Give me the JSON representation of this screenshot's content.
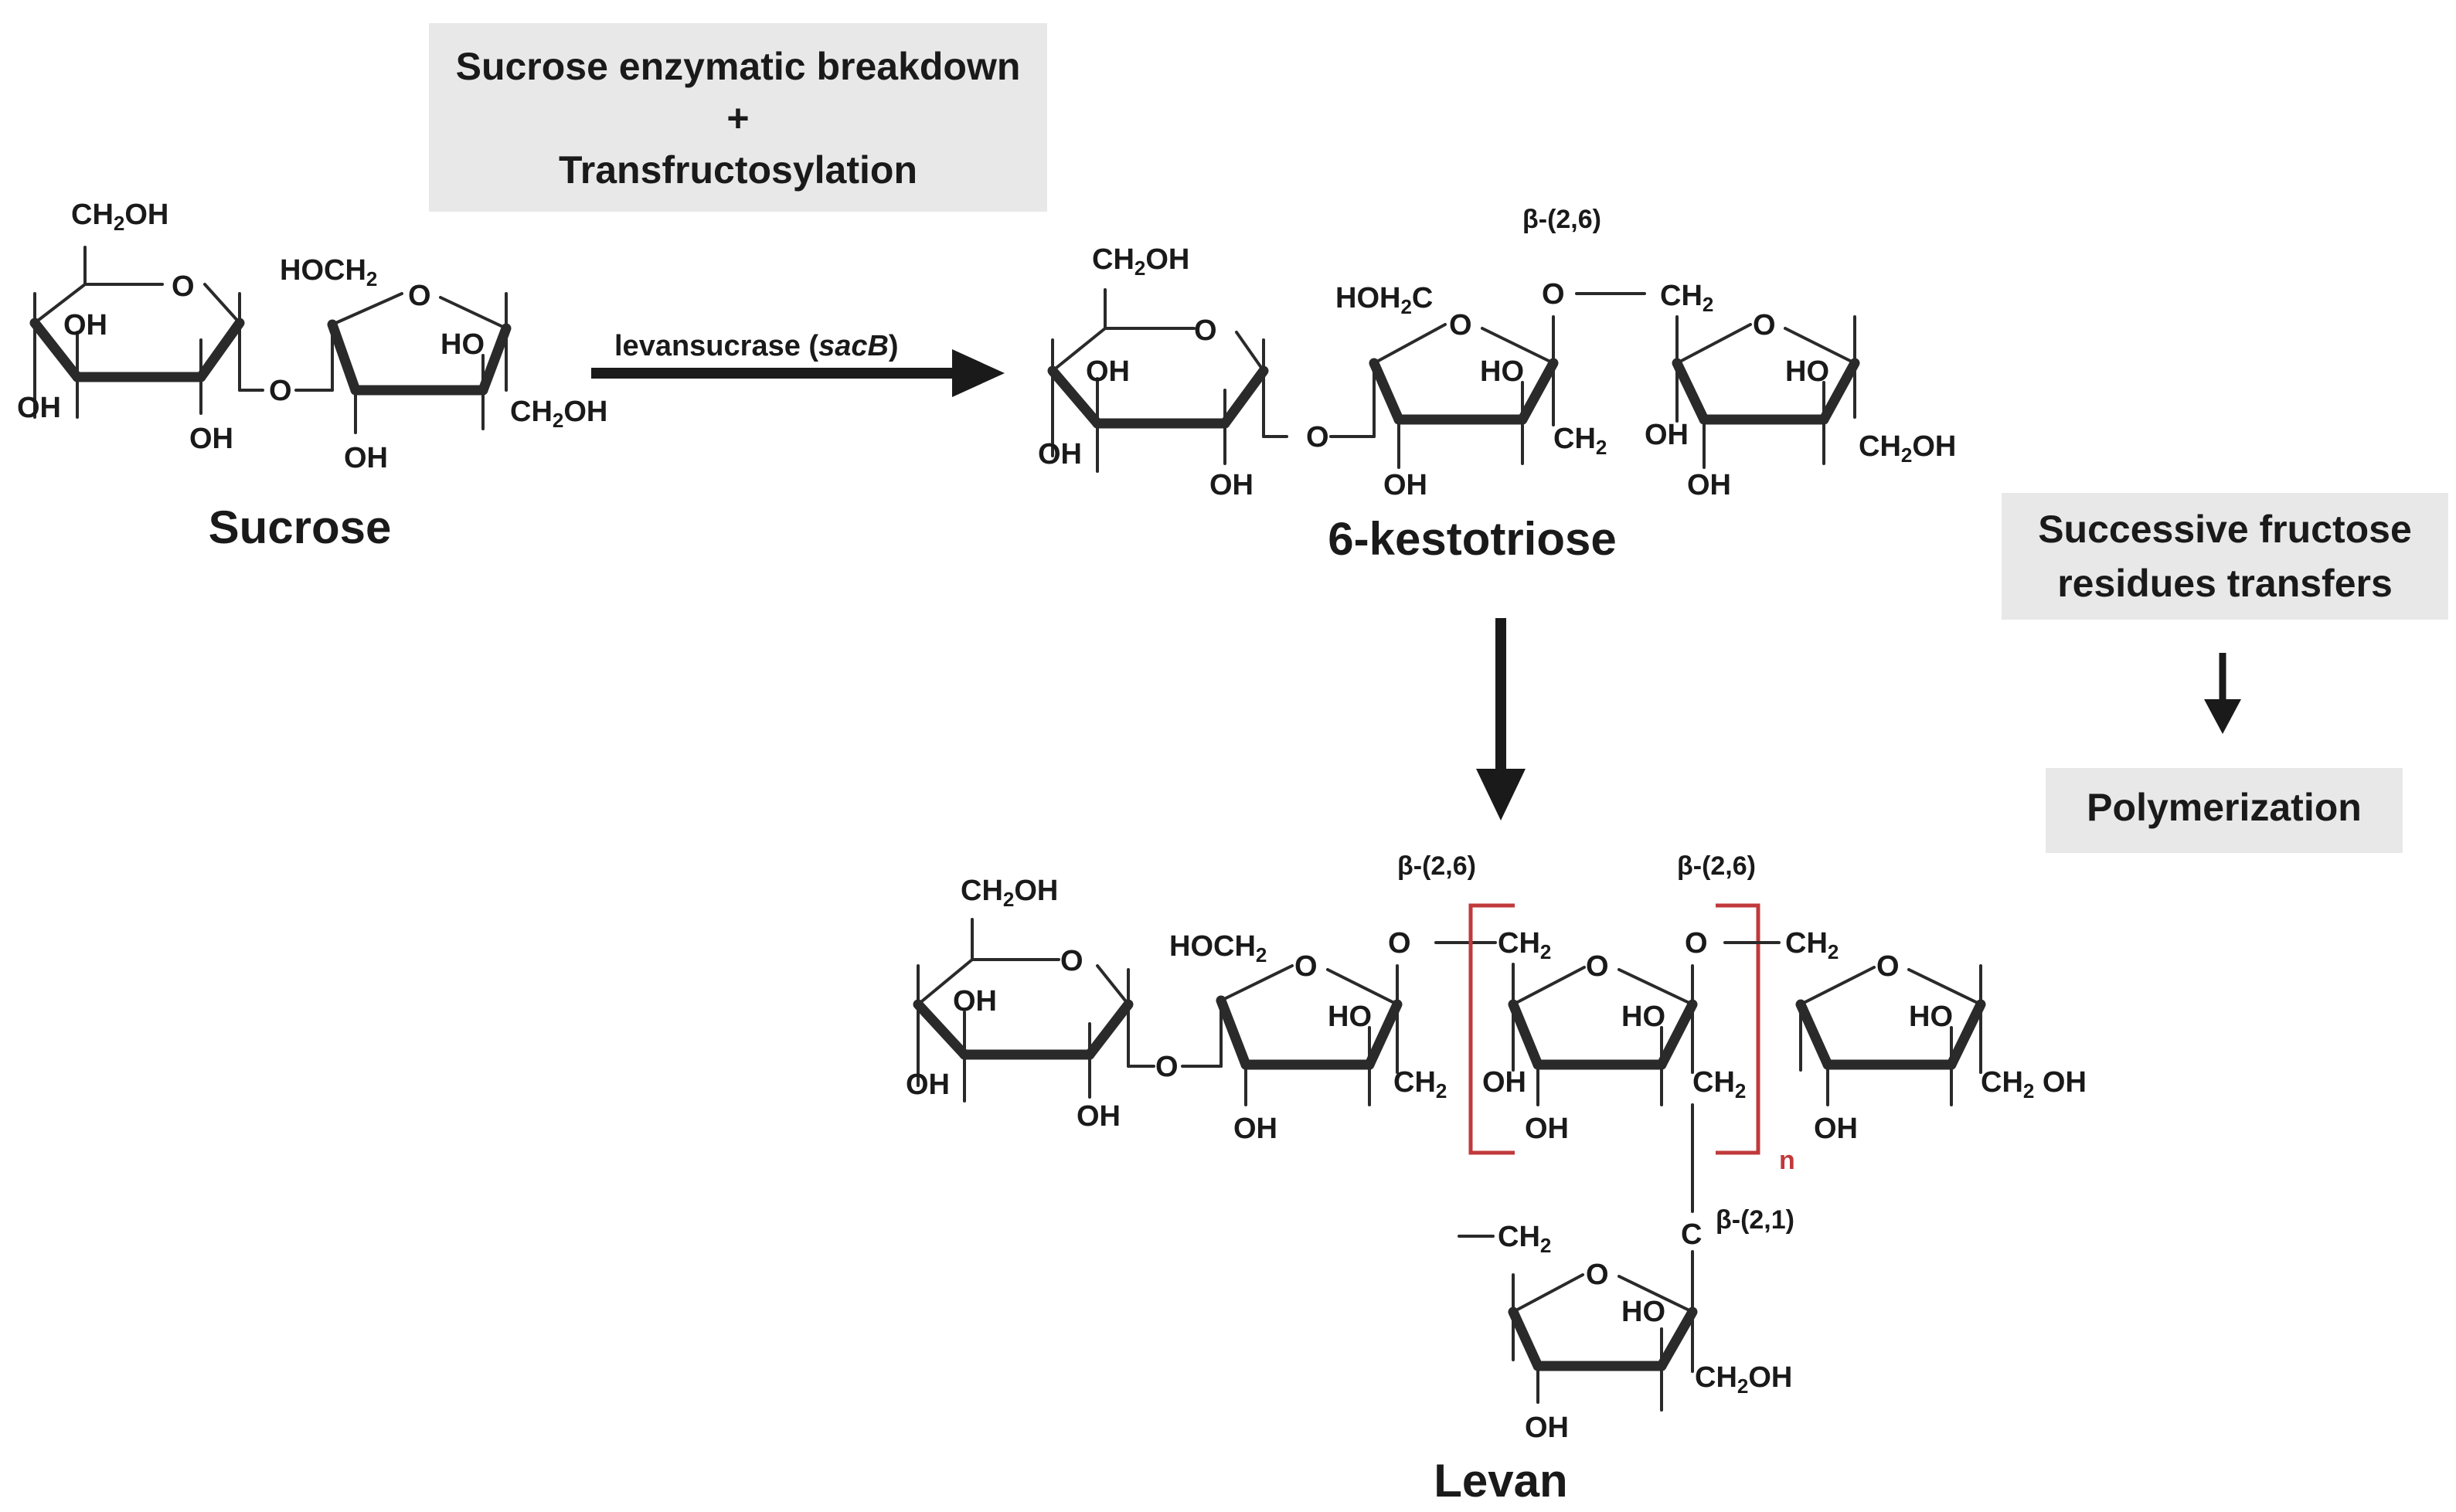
{
  "boxes": {
    "top": {
      "line1": "Sucrose enzymatic breakdown",
      "line2": "+",
      "line3": "Transfructosylation"
    },
    "right": {
      "line1": "Successive fructose",
      "line2": "residues transfers"
    },
    "poly": {
      "text": "Polymerization"
    }
  },
  "reaction": {
    "enzyme_prefix": "levansucrase (",
    "enzyme_gene": "sacB",
    "enzyme_suffix": ")"
  },
  "molecules": {
    "sucrose": "Sucrose",
    "kestotriose": "6-kestotriose",
    "levan": "Levan"
  },
  "linkages": {
    "b26": "β-(2,6)",
    "b21": "β-(2,1)",
    "repeat": "n"
  },
  "groups": {
    "OH": "OH",
    "HO": "HO",
    "O": "O",
    "C": "C",
    "CH2OH_main": "CH",
    "CH2OH_tail": "OH",
    "HOCH2_main": "HOCH",
    "HOH2C_pre": "HOH",
    "HOH2C_post": "C",
    "CH2_main": "CH",
    "CH2_space_OH_tail": " OH",
    "sub2": "2"
  },
  "colors": {
    "bracket": "#c0393b",
    "box_fill": "#e8e8e8",
    "ink": "#1a1a1a"
  }
}
